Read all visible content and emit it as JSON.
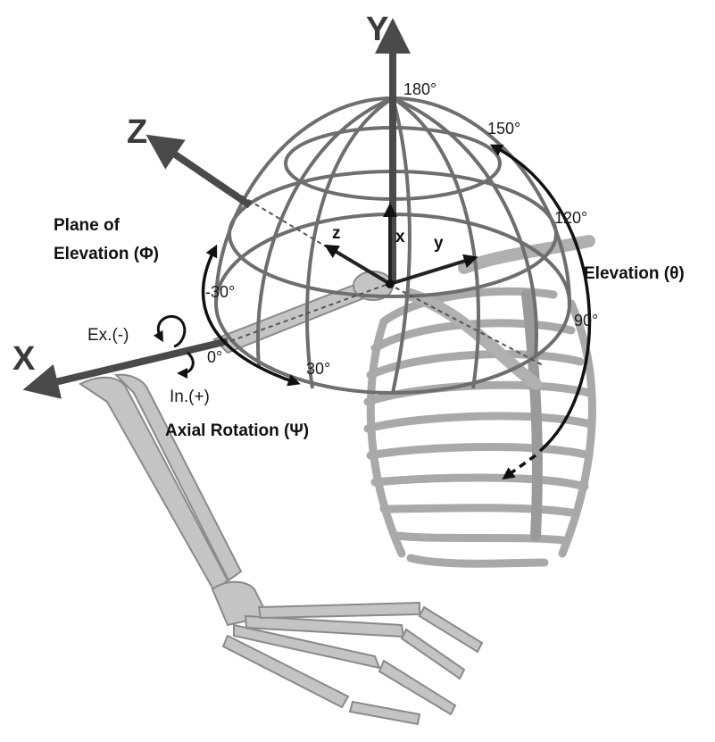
{
  "axes": {
    "x": "X",
    "y": "Y",
    "z": "Z"
  },
  "local_axes": {
    "x": "x",
    "y": "y",
    "z": "z"
  },
  "angles": {
    "plane_of_elevation_line1": "Plane of",
    "plane_of_elevation_line2": "Elevation (Φ)",
    "elevation": "Elevation (θ)",
    "axial_rotation": "Axial Rotation (Ψ)"
  },
  "rotation_labels": {
    "external": "Ex.(-)",
    "internal": "In.(+)"
  },
  "degree_labels": {
    "d180": "180°",
    "d150": "150°",
    "d120": "120°",
    "d90": "90°",
    "dneg30": "-30°",
    "d0": "0°",
    "d30": "30°"
  },
  "colors": {
    "axis_arrow": "#4a4a4a",
    "wireframe": "#6e6e6e",
    "bone": "#bdbdbd",
    "bone_edge": "#8a8a8a",
    "annotation": "#111111"
  }
}
